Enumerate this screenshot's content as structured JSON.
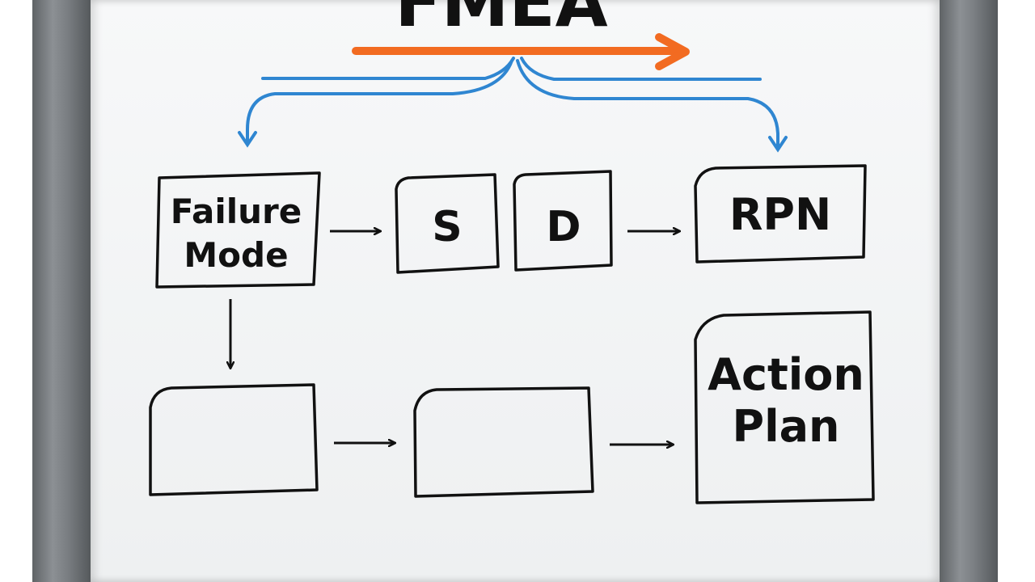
{
  "title": "FMEA",
  "colors": {
    "orange_arrow": "#f26b21",
    "blue_arrows": "#2f86d1",
    "ink": "#111111",
    "frame": "#7a7e82"
  },
  "boxes": {
    "failure_mode": {
      "line1": "Failure",
      "line2": "Mode"
    },
    "severity": "S",
    "detection": "D",
    "rpn": "RPN",
    "action_plan": {
      "line1": "Action",
      "line2": "Plan"
    }
  }
}
